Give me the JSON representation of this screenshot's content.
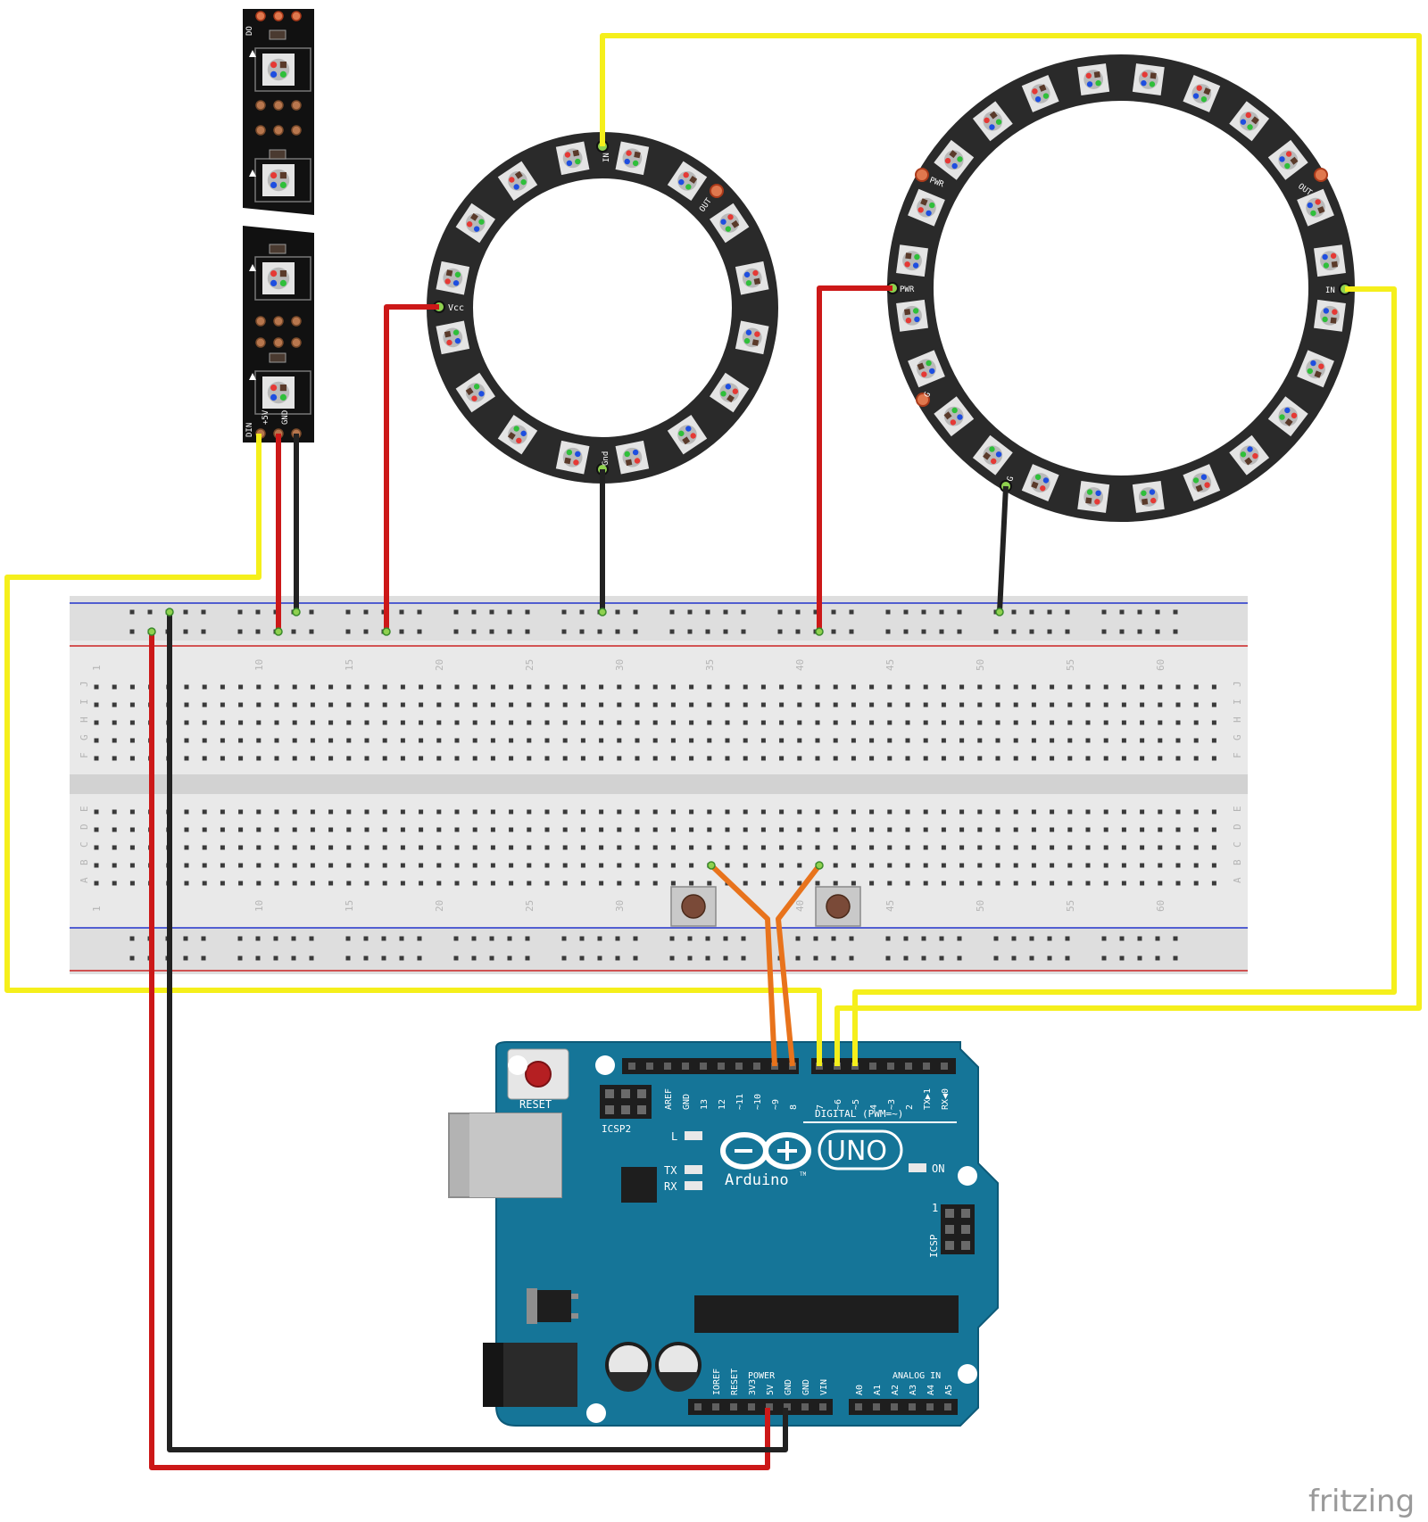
{
  "strip": {
    "labels": {
      "din": "DIN",
      "v5": "+5V",
      "gnd": "GND",
      "do": "DO"
    }
  },
  "ring16": {
    "labels": {
      "in": "IN",
      "out": "OUT",
      "vcc": "Vcc",
      "gnd": "Gnd"
    }
  },
  "ring24": {
    "labels": {
      "in": "IN",
      "out": "OUT",
      "pwr": "PWR",
      "pwr2": "PWR",
      "g": "G",
      "g2": "G"
    }
  },
  "breadboard": {
    "column_numbers": [
      "1",
      "10",
      "15",
      "20",
      "25",
      "30",
      "35",
      "40",
      "45",
      "50",
      "55",
      "60"
    ],
    "row_letters_top": [
      "J",
      "I",
      "H",
      "G",
      "F"
    ],
    "row_letters_bottom": [
      "E",
      "D",
      "C",
      "B",
      "A"
    ]
  },
  "arduino": {
    "reset_label": "RESET",
    "icsp2_label": "ICSP2",
    "icsp_label": "ICSP",
    "icsp_pin1": "1",
    "l_label": "L",
    "tx_label": "TX",
    "rx_label": "RX",
    "on_label": "ON",
    "logo_uno": "UNO",
    "logo_brand": "Arduino",
    "logo_tm": "TM",
    "digital_label": "DIGITAL (PWM=~)",
    "power_label": "POWER",
    "analog_label": "ANALOG IN",
    "digital_pins_left": [
      "AREF",
      "GND",
      "13",
      "12",
      "~11",
      "~10",
      "~9",
      "8"
    ],
    "digital_pins_right": [
      "7",
      "~6",
      "~5",
      "4",
      "~3",
      "2",
      "TX▶1",
      "RX◀0"
    ],
    "power_pins": [
      "IOREF",
      "RESET",
      "3V3",
      "5V",
      "GND",
      "GND",
      "VIN"
    ],
    "analog_pins": [
      "A0",
      "A1",
      "A2",
      "A3",
      "A4",
      "A5"
    ]
  },
  "wires": {
    "colors": {
      "yellow": "#f5ef1b",
      "red": "#cc1818",
      "black": "#222222",
      "orange": "#e8731c"
    }
  },
  "watermark": "fritzing"
}
